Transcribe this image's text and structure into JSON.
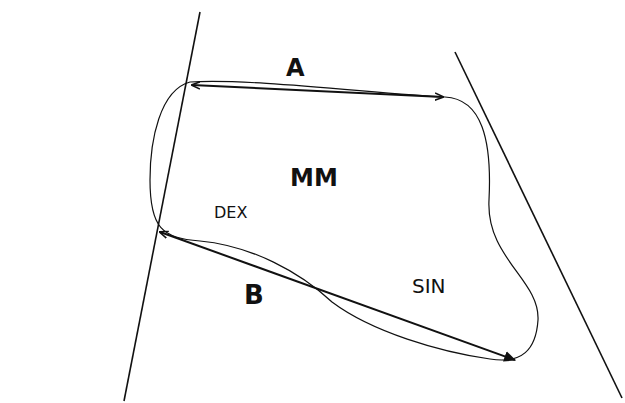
{
  "diagram": {
    "labels": [
      "A",
      "MM",
      "DEX",
      "B",
      "SIN"
    ]
  }
}
